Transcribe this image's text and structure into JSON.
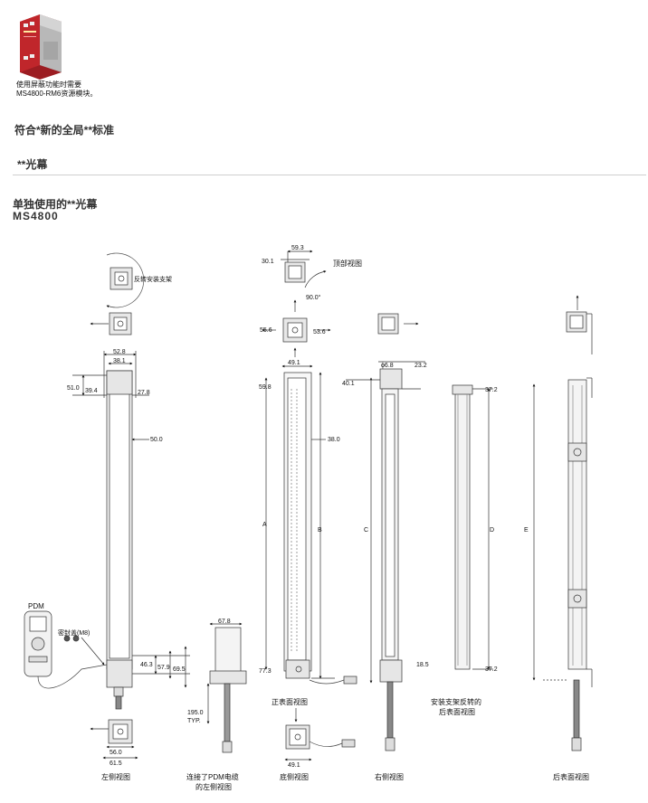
{
  "module": {
    "caption_line1": "使用屏蔽功能时需要",
    "caption_line2": "MS4800-RM6资源模块。"
  },
  "headings": {
    "standard": "符合*新的全局**标准",
    "curtain": "**光幕",
    "standalone": "单独使用的**光幕",
    "model": "MS4800"
  },
  "labels": {
    "rotate_bracket": "反转安装支架",
    "top_view": "顶部视图",
    "pdm": "PDM",
    "seal_cap": "密封盖(M8)",
    "typ": "TYP.",
    "left_view": "左侧视图",
    "left_view_pdm_1": "连接了PDM电缆",
    "left_view_pdm_2": "的左侧视图",
    "front_view": "正表面视图",
    "bottom_view": "底侧视图",
    "right_view": "右侧视图",
    "reversed_1": "安装支架反转的",
    "reversed_2": "后表面视图",
    "rear_view": "后表面视图"
  },
  "dims": {
    "d59_3": "59.3",
    "d30_1": "30.1",
    "d90": "90.0°",
    "d55_6": "55.6",
    "d53_6": "53.6",
    "d52_8": "52.8",
    "d38_1": "38.1",
    "d51": "51.0",
    "d39_4": "39.4",
    "d27_8": "27.8",
    "d50": "50.0",
    "d49_1": "49.1",
    "d59_8": "59.8",
    "d38": "38.0",
    "d77_3": "77.3",
    "d6_8": "ϕ6.8",
    "d23_2": "23.2",
    "d40_1": "40.1",
    "d37_2a": "37.2",
    "d18_5": "18.5",
    "d37_2b": "37.2",
    "d46_3": "46.3",
    "d57_9": "57.9",
    "d69_5": "69.5",
    "d67_8": "67.8",
    "d195": "195.0",
    "d56": "56.0",
    "d61_5": "61.5",
    "d49_1b": "49.1",
    "dA": "A",
    "dB": "B",
    "dC": "C",
    "dD": "D",
    "dE": "E"
  },
  "colors": {
    "module_red": "#c0262b",
    "module_gray": "#b8b8b8",
    "line": "#333333"
  }
}
